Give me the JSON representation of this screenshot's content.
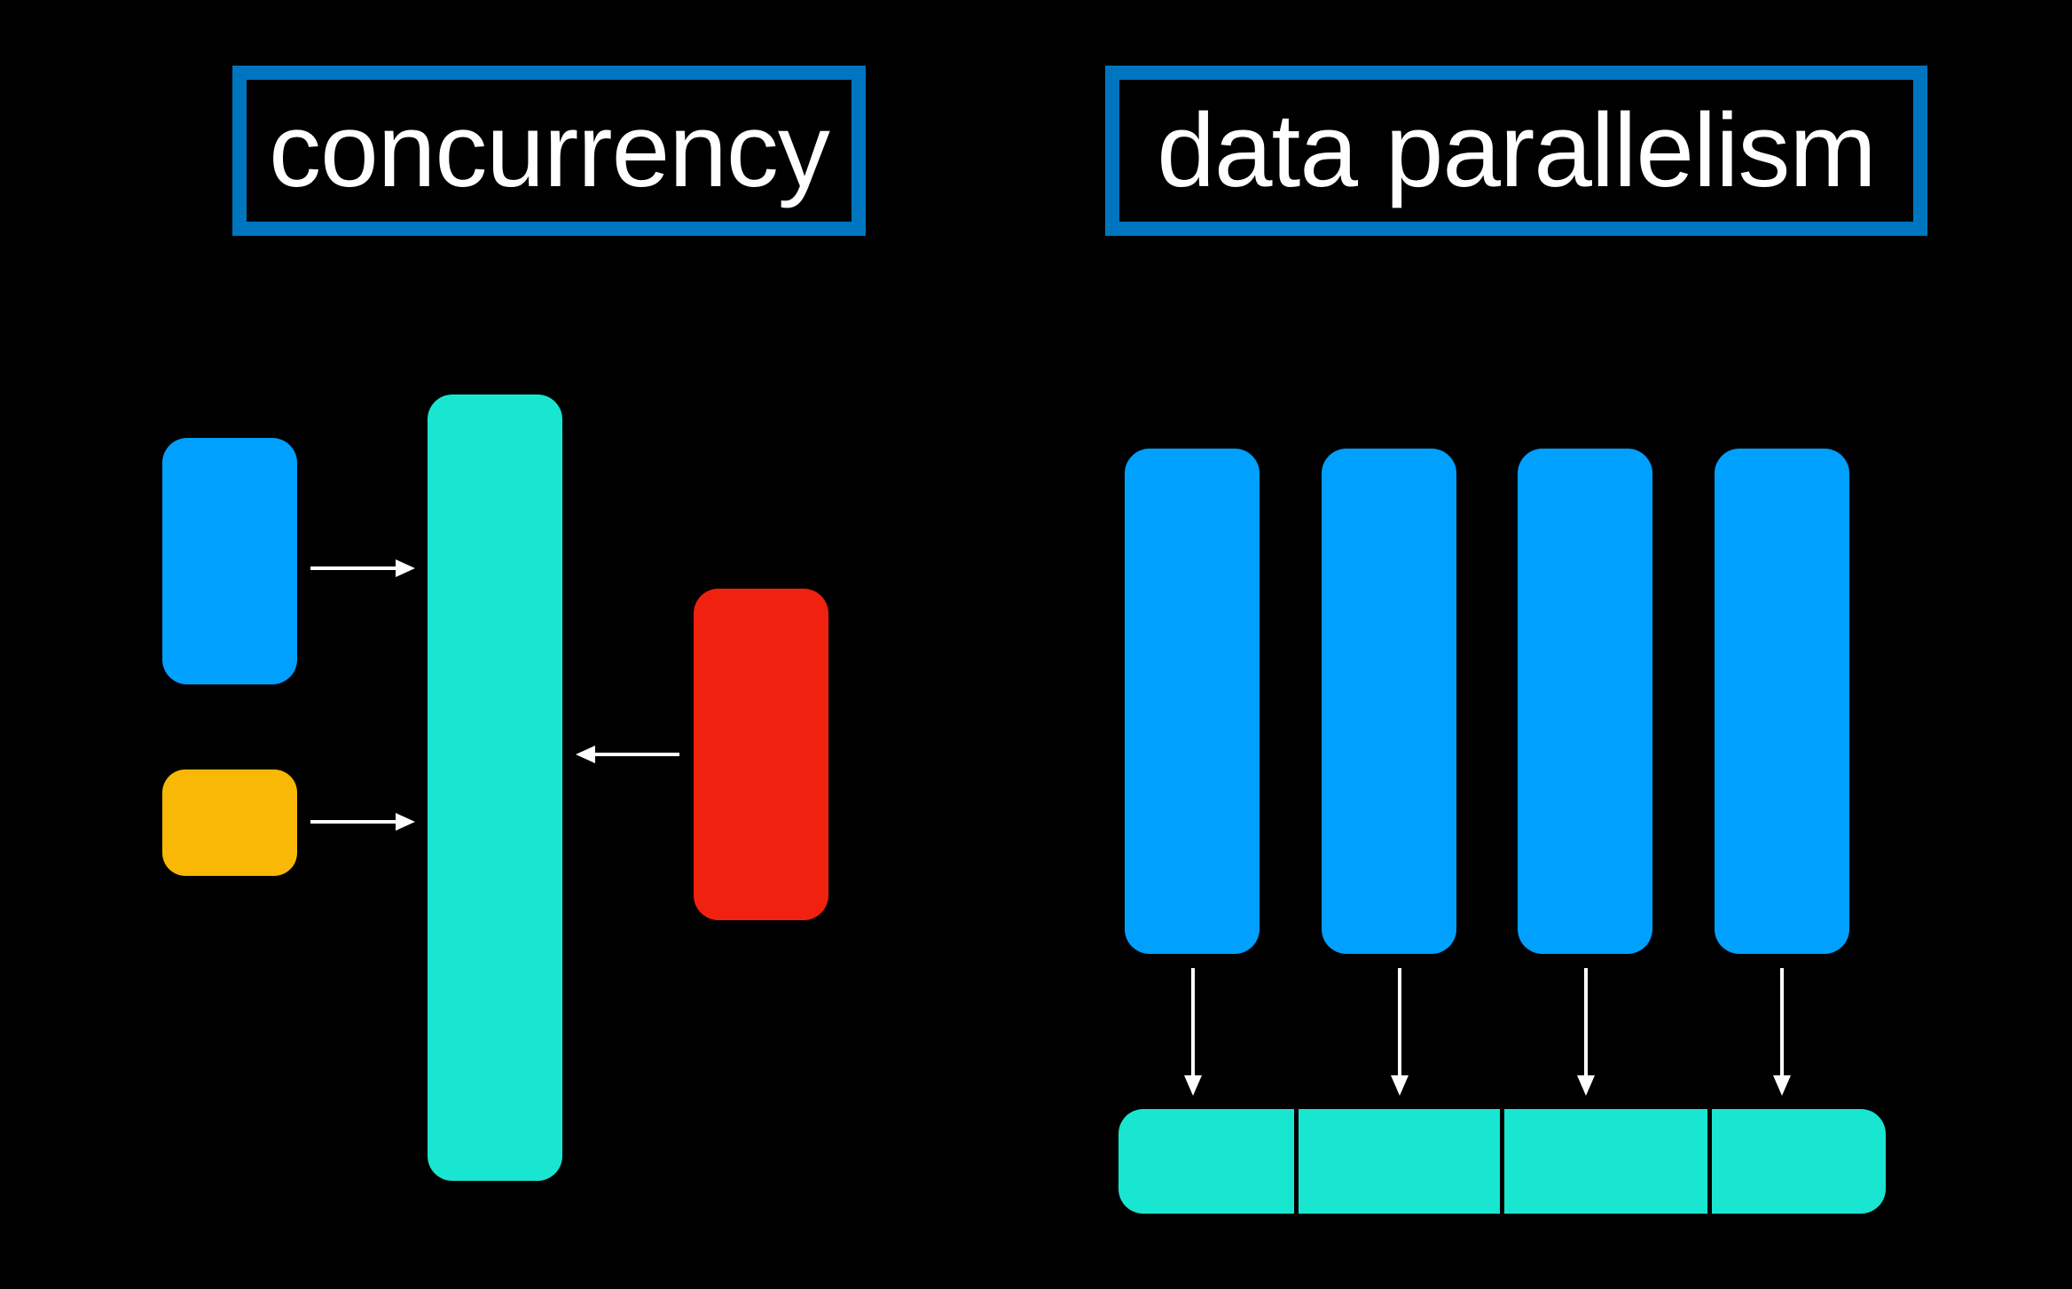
{
  "left_panel": {
    "title": "concurrency",
    "colors": {
      "task_a": "#00a0ff",
      "task_b": "#f9b806",
      "task_c": "#f0210f",
      "shared": "#19e6d0",
      "arrow": "#ffffff",
      "frame": "#0075bf"
    }
  },
  "right_panel": {
    "title": "data parallelism",
    "worker_count": 4,
    "segment_count": 4,
    "colors": {
      "worker": "#00a0ff",
      "result": "#19e6d0",
      "arrow": "#ffffff",
      "divider": "#000000"
    }
  }
}
